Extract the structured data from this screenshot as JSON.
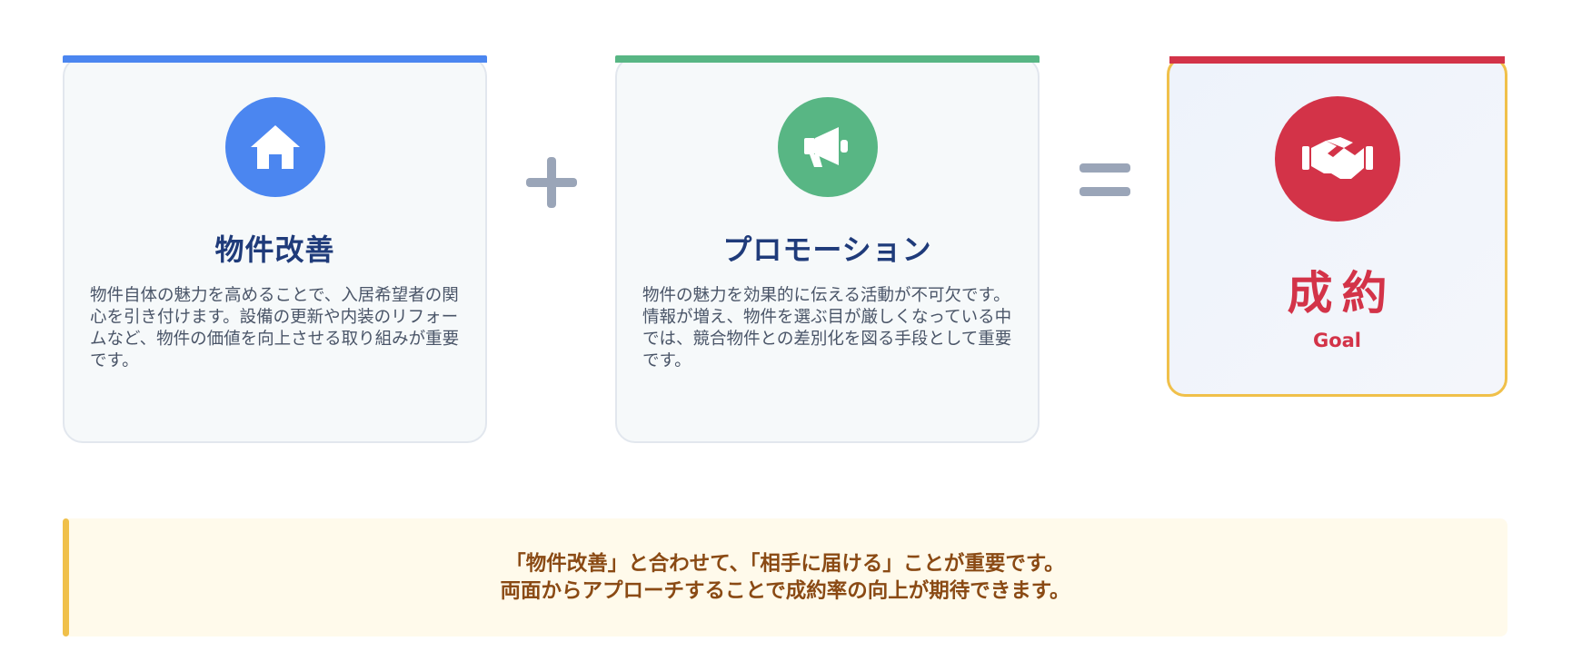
{
  "cards": [
    {
      "title": "物件改善",
      "icon": "home-icon",
      "accent": "#4b86f0",
      "description": "物件自体の魅力を高めることで、入居希望者の関心を引き付けます。設備の更新や内装のリフォームなど、物件の価値を向上させる取り組みが重要です。"
    },
    {
      "title": "プロモーション",
      "icon": "megaphone-icon",
      "accent": "#58b684",
      "description": "物件の魅力を効果的に伝える活動が不可欠です。情報が増え、物件を選ぶ目が厳しくなっている中では、競合物件との差別化を図る手段として重要です。"
    }
  ],
  "operators": {
    "plus": "+",
    "equals": "="
  },
  "goal": {
    "title": "成約",
    "subtitle": "Goal",
    "icon": "handshake-icon",
    "accent": "#d33348",
    "border_color": "#f0c04a"
  },
  "note": {
    "line1": "「物件改善」と合わせて、「相手に届ける」ことが重要です。",
    "line2": "両面からアプローチすることで成約率の向上が期待できます。",
    "accent": "#f0c04a"
  }
}
